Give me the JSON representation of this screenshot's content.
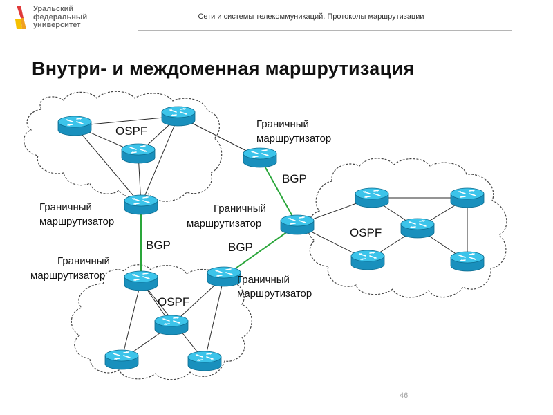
{
  "header": {
    "logo_lines": [
      "Уральский",
      "федеральный",
      "университет"
    ],
    "title": "Сети и системы телекоммуникаций. Протоколы маршрутизации"
  },
  "slide": {
    "title": "Внутри- и междоменная маршрутизация",
    "page_number": "46"
  },
  "diagram": {
    "protocol_labels": {
      "ospf_1": "OSPF",
      "ospf_2": "OSPF",
      "ospf_3": "OSPF",
      "bgp_1": "BGP",
      "bgp_2": "BGP",
      "bgp_3": "BGP"
    },
    "border_router_labels": [
      [
        "Граничный",
        "маршрутизатор"
      ],
      [
        "Граничный",
        "маршрутизатор"
      ],
      [
        "Граничный",
        "маршрутизатор"
      ],
      [
        "Граничный",
        "маршрутизатор"
      ],
      [
        "Граничный",
        "маршрутизатор"
      ]
    ],
    "colors": {
      "router_fill": "#1fa0cc",
      "router_top": "#3cc4ea",
      "cloud_stroke": "#444444",
      "link": "#2a2a2a",
      "bgp_link": "#2aa63a"
    }
  }
}
